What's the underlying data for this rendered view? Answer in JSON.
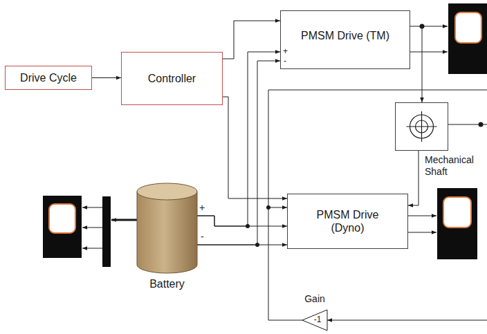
{
  "diagram": {
    "nodes": [
      {
        "text": [
          "Drive Cycle"
        ]
      },
      {
        "text": [
          "Controller"
        ]
      },
      {
        "text": [
          "PMSM Drive (TM)"
        ]
      },
      {
        "text": [
          "Mechanical Shaft"
        ]
      },
      {
        "text": [
          "Battery"
        ]
      },
      {
        "text": [
          "PMSM Drive (Dyno)"
        ]
      },
      {
        "text": [
          "Gain",
          "-1"
        ]
      }
    ],
    "edges": [
      {
        "from": 0,
        "to": 1,
        "arrow": "to"
      },
      {
        "from": 1,
        "to": 2,
        "arrow": "to"
      },
      {
        "from": 1,
        "to": 5,
        "arrow": "to"
      },
      {
        "from": 4,
        "to": 2,
        "arrow": "to"
      },
      {
        "from": 4,
        "to": 5,
        "arrow": "to"
      },
      {
        "from": 4,
        "to": 2,
        "arrow": "to"
      },
      {
        "from": 4,
        "to": 5,
        "arrow": "to"
      },
      {
        "from": 2,
        "to": 3,
        "arrow": "to"
      },
      {
        "from": 3,
        "to": 5,
        "arrow": "to"
      },
      {
        "from": 6,
        "to": 5,
        "arrow": "to"
      }
    ],
    "labels": [
      "+",
      "-",
      "+",
      "-"
    ]
  }
}
